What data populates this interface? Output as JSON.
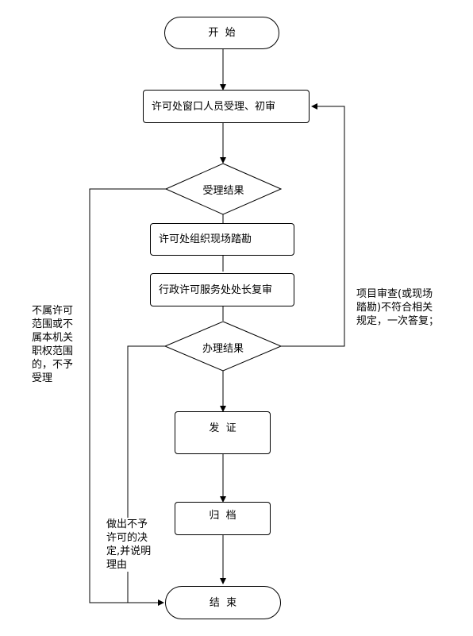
{
  "nodes": {
    "start": "开  始",
    "accept_review": "许可处窗口人员受理、初审",
    "accept_result": "受理结果",
    "site_survey": "许可处组织现场踏勘",
    "director_review": "行政许可服务处处长复审",
    "process_result": "办理结果",
    "issue_cert": "发  证",
    "archive": "归  档",
    "end": "结  束"
  },
  "notes": {
    "not_accepted": [
      "不属许可",
      "范围或不",
      "属本机关",
      "职权范围",
      "的，不予",
      "受理"
    ],
    "not_compliant": [
      "项目审查(或现场",
      "踏勘)不符合相关",
      "规定，一次答复；"
    ],
    "not_permitted": [
      "做出不予",
      "许可的决",
      "定,并说明",
      "理由"
    ]
  }
}
